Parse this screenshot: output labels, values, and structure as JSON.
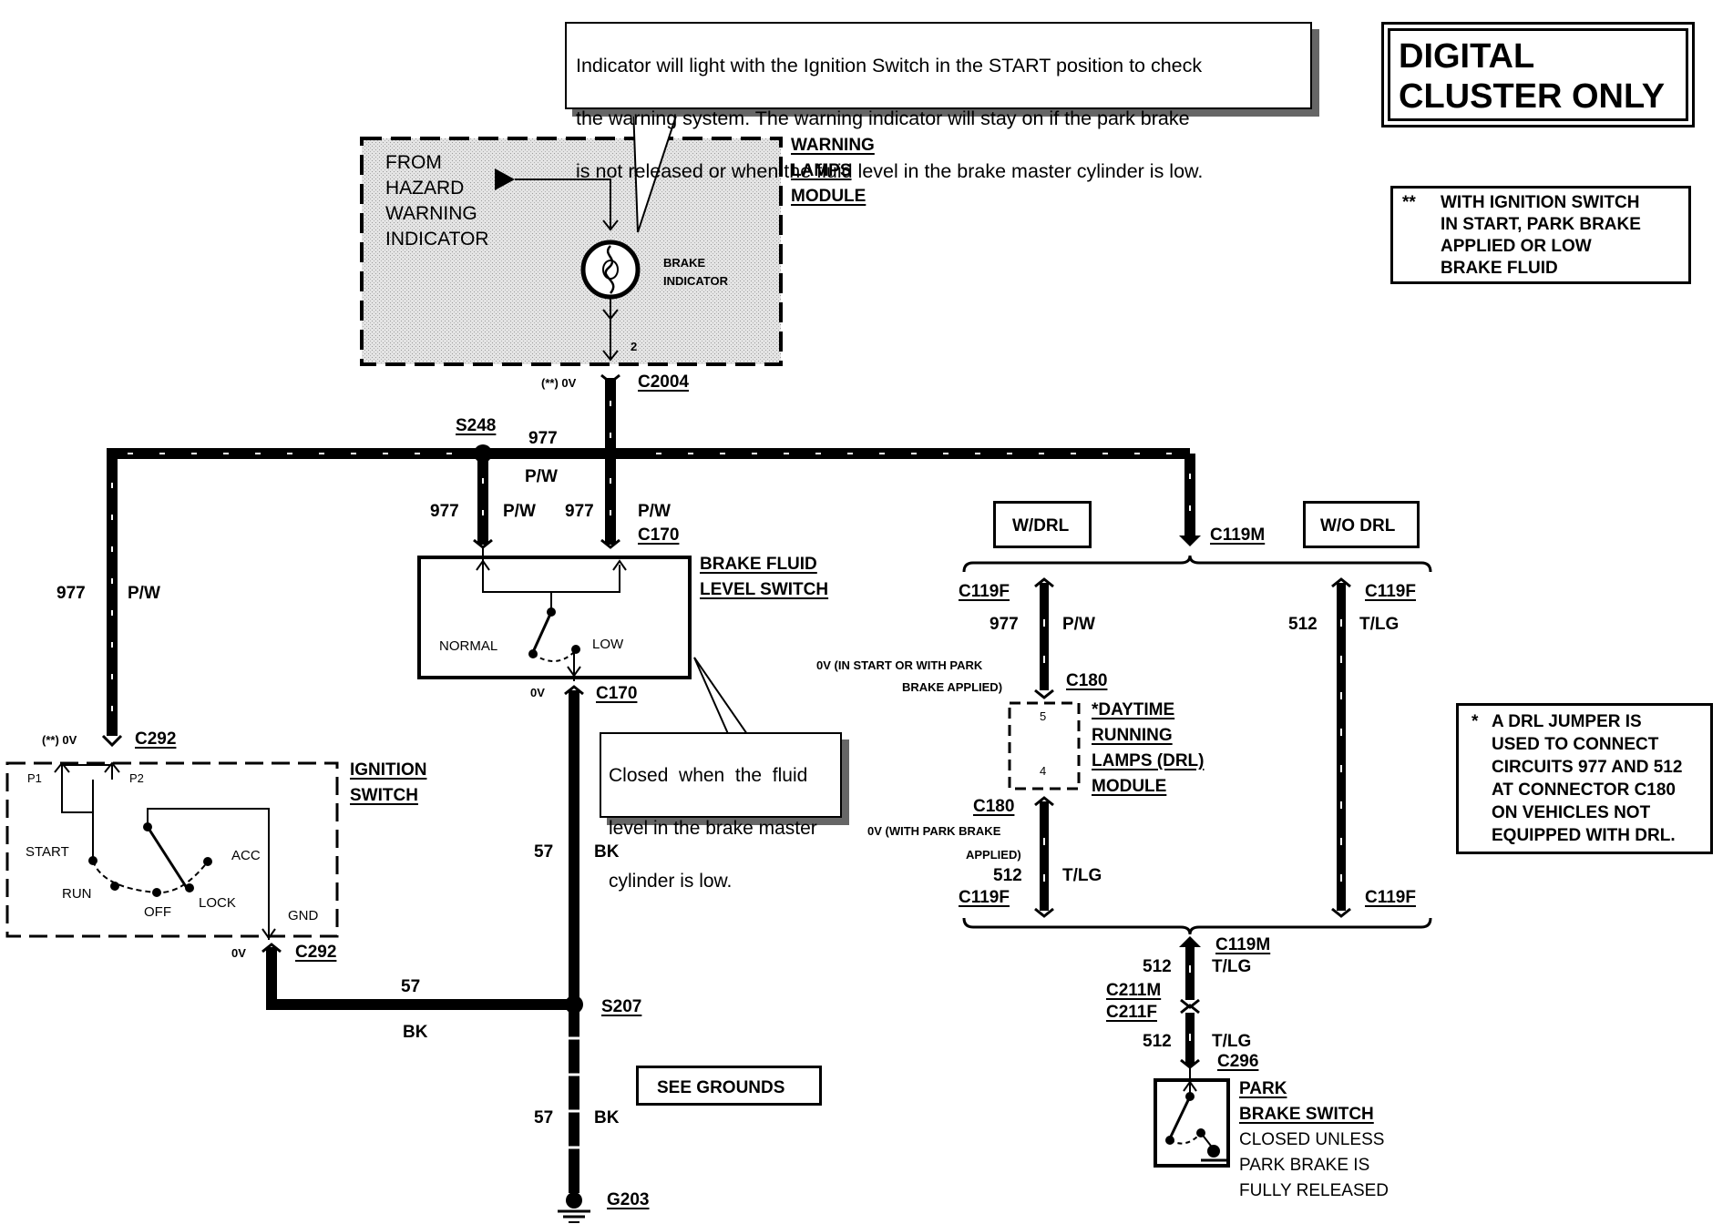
{
  "colors": {
    "ink": "#000000",
    "paper": "#ffffff",
    "module_fill": "#dcdcdc",
    "shadow": "#666666"
  },
  "cluster_note": {
    "line1": "DIGITAL",
    "line2": "CLUSTER ONLY"
  },
  "callout_indicator": {
    "line1": "Indicator will light with the Ignition Switch in the START position to check",
    "line2": "the warning system. The warning indicator will stay on if the park brake",
    "line3": "is not released or when the fluid level in the brake master cylinder is low."
  },
  "footnote_double_star": {
    "marker": "**",
    "line1": "WITH IGNITION SWITCH",
    "line2": "IN START, PARK BRAKE",
    "line3": "APPLIED OR LOW",
    "line4": "BRAKE FLUID"
  },
  "footnote_star": {
    "marker": "*",
    "line1": "A DRL JUMPER IS",
    "line2": "USED TO CONNECT",
    "line3": "CIRCUITS 977 AND 512",
    "line4": "AT CONNECTOR C180",
    "line5": "ON VEHICLES NOT",
    "line6": "EQUIPPED WITH DRL."
  },
  "warning_module": {
    "title1": "WARNING",
    "title2": "LAMPS",
    "title3": "MODULE",
    "from1": "FROM",
    "from2": "HAZARD",
    "from3": "WARNING",
    "from4": "INDICATOR",
    "ind1": "BRAKE",
    "ind2": "INDICATOR",
    "pin": "2"
  },
  "brake_fluid_switch": {
    "title1": "BRAKE FLUID",
    "title2": "LEVEL SWITCH",
    "normal": "NORMAL",
    "low": "LOW"
  },
  "callout_fluid": {
    "line1": "Closed  when  the  fluid",
    "line2": "level in the brake master",
    "line3": "cylinder is low."
  },
  "ignition_switch": {
    "title1": "IGNITION",
    "title2": "SWITCH",
    "p1": "P1",
    "p2": "P2",
    "start": "START",
    "run": "RUN",
    "off": "OFF",
    "lock": "LOCK",
    "acc": "ACC",
    "gnd": "GND"
  },
  "drl_module": {
    "title1": "*DAYTIME",
    "title2": "RUNNING",
    "title3": "LAMPS (DRL)",
    "title4": "MODULE",
    "pin5": "5",
    "pin4": "4"
  },
  "park_brake_switch": {
    "title1": "PARK",
    "title2": "BRAKE SWITCH",
    "desc1": "CLOSED UNLESS",
    "desc2": "PARK BRAKE IS",
    "desc3": "FULLY RELEASED"
  },
  "see_grounds": "SEE GROUNDS",
  "w_drl": "W/DRL",
  "wo_drl": "W/O DRL",
  "connectors": {
    "c2004": "C2004",
    "c170": "C170",
    "c292": "C292",
    "s248": "S248",
    "s207": "S207",
    "g203": "G203",
    "c119m": "C119M",
    "c119f": "C119F",
    "c180": "C180",
    "c211m": "C211M",
    "c211f": "C211F",
    "c296": "C296"
  },
  "voltages": {
    "c2004": "(**) 0V",
    "c292_top": "(**) 0V",
    "c170": "0V",
    "c292_gnd": "0V",
    "c180_a1": "0V (IN START OR WITH PARK",
    "c180_a2": "BRAKE APPLIED)",
    "c180_b1": "0V (WITH PARK BRAKE",
    "c180_b2": "APPLIED)"
  },
  "wires": {
    "c977": "977",
    "pw": "P/W",
    "c57": "57",
    "bk": "BK",
    "c512": "512",
    "tlg": "T/LG"
  }
}
